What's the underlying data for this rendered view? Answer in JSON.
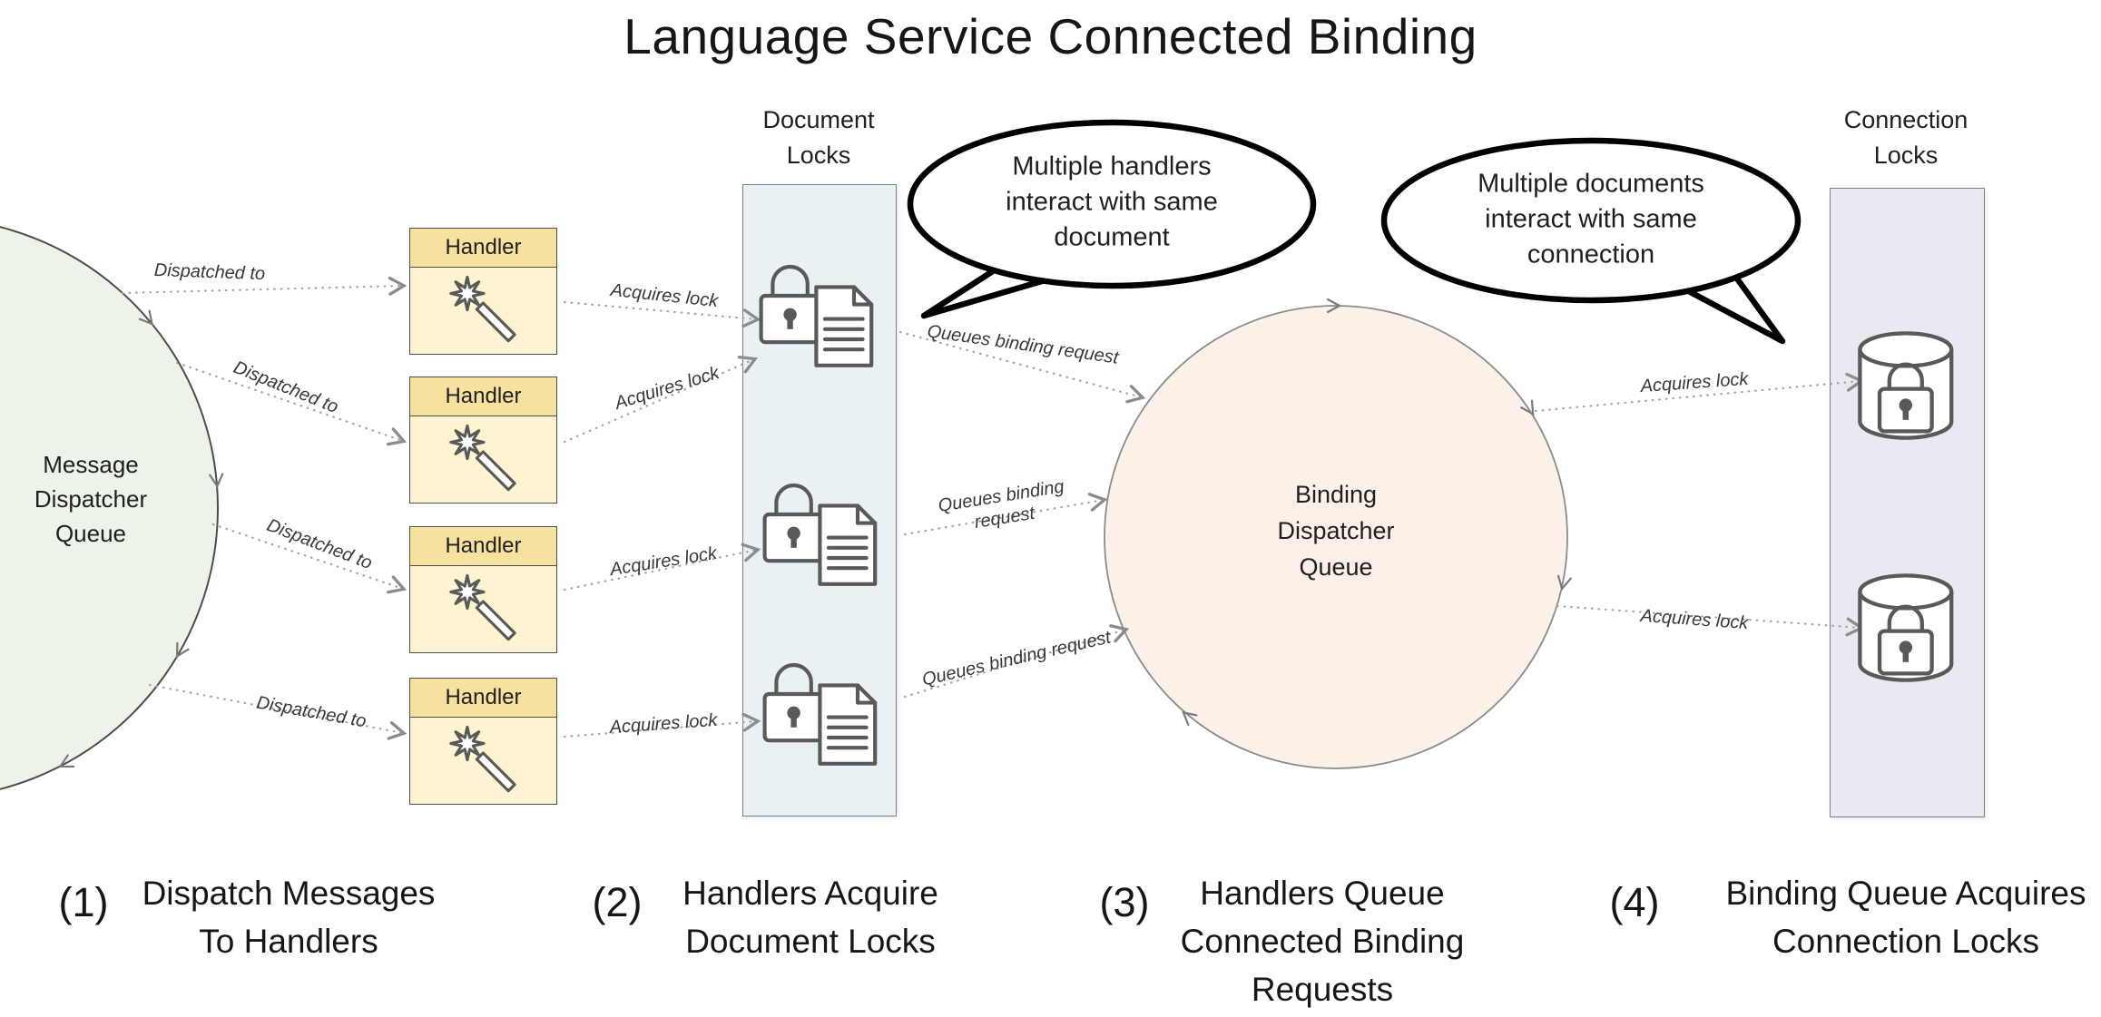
{
  "title": "Language Service Connected Binding",
  "message_queue": {
    "lines": [
      "Message",
      "Dispatcher",
      "Queue"
    ]
  },
  "handler_label": "Handler",
  "document_locks": {
    "lines": [
      "Document",
      "Locks"
    ]
  },
  "binding_queue": {
    "lines": [
      "Binding",
      "Dispatcher",
      "Queue"
    ]
  },
  "connection_locks": {
    "lines": [
      "Connection",
      "Locks"
    ]
  },
  "callout_handlers": {
    "lines": [
      "Multiple handlers",
      "interact with same",
      "document"
    ]
  },
  "callout_documents": {
    "lines": [
      "Multiple documents",
      "interact with same",
      "connection"
    ]
  },
  "labels": {
    "dispatched_to": "Dispatched to",
    "acquires_lock": "Acquires lock",
    "queues_binding_request": "Queues binding request",
    "queues_binding_line1": "Queues binding",
    "queues_binding_line2": "request"
  },
  "steps": [
    {
      "num": "(1)",
      "lines": [
        "Dispatch Messages",
        "To Handlers"
      ]
    },
    {
      "num": "(2)",
      "lines": [
        "Handlers Acquire",
        "Document Locks"
      ]
    },
    {
      "num": "(3)",
      "lines": [
        "Handlers Queue",
        "Connected Binding",
        "Requests"
      ]
    },
    {
      "num": "(4)",
      "lines": [
        "Binding Queue Acquires",
        "Connection Locks"
      ]
    }
  ],
  "colors": {
    "handler_header": "#f7e19e",
    "handler_body": "#fdf3d0",
    "document_locks_fill": "#e9f1f5",
    "connection_locks_fill": "#eae9f2",
    "message_queue_fill": "#edf3e8",
    "binding_queue_fill": "#fdf0e8",
    "arrow": "#a3a3a3",
    "icon_stroke": "#595959",
    "callout_border": "#000000"
  }
}
